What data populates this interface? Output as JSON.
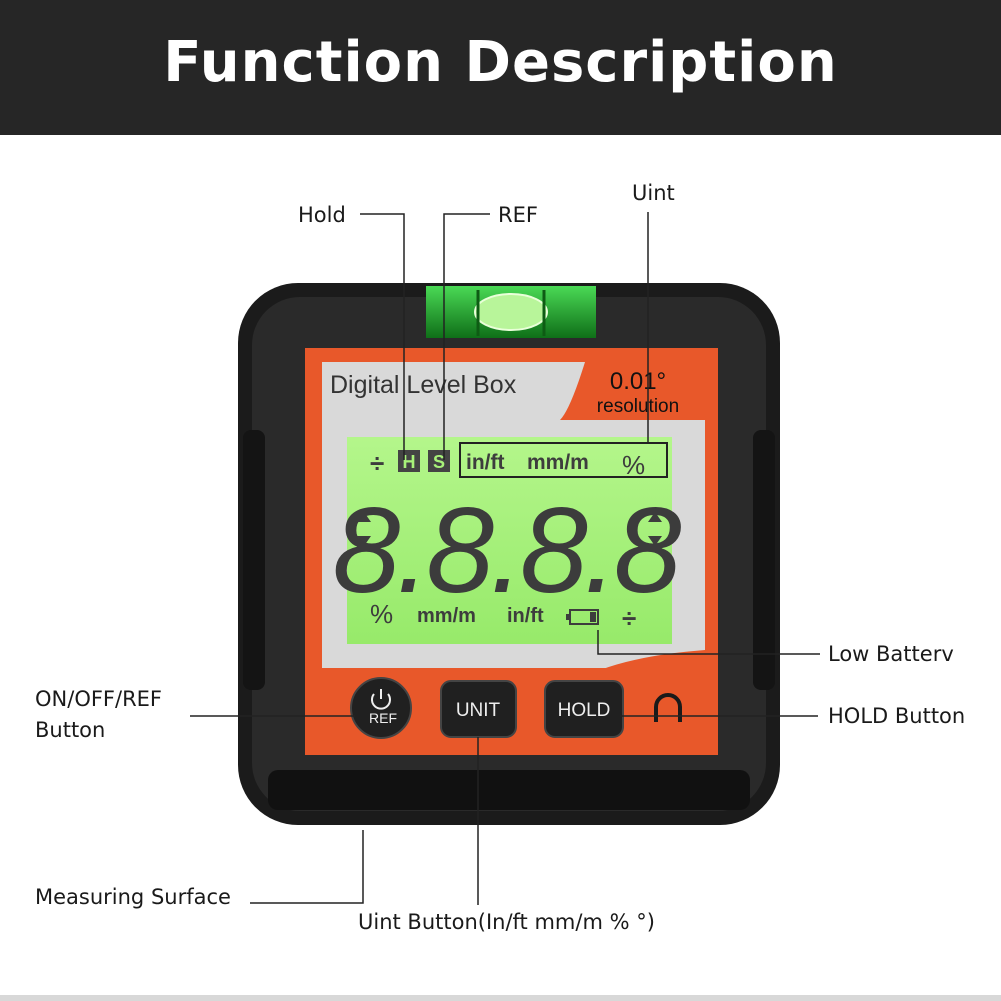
{
  "banner": {
    "title": "Function Description"
  },
  "device": {
    "brand_label": "Digital Level Box",
    "resolution_value": "0.01°",
    "resolution_label": "resolution",
    "lcd": {
      "top_indicators": {
        "hold_icon": "H",
        "ref_icon": "S",
        "inft": "in/ft",
        "mmm": "mm/m",
        "pct": "%",
        "div": "÷"
      },
      "digits": "8.8.8.8",
      "bottom_indicators": {
        "pct": "%",
        "mmm": "mm/m",
        "inft": "in/ft",
        "div": "÷"
      }
    },
    "buttons": {
      "power_ref": "REF",
      "unit": "UNIT",
      "hold": "HOLD"
    },
    "colors": {
      "body": "#1e1e1e",
      "accent": "#e8582a",
      "lcd": "#a8f27a",
      "vial": "#2fbf3a"
    }
  },
  "annotations": {
    "hold": "Hold",
    "ref": "REF",
    "unit": "Uint",
    "low_battery": "Low Batterv",
    "onoff_line1": "ON/OFF/REF",
    "onoff_line2": "Button",
    "hold_button": "HOLD Button",
    "measuring_surface": "Measuring Surface",
    "unit_button": "Uint Button(In/ft  mm/m %  °)"
  }
}
